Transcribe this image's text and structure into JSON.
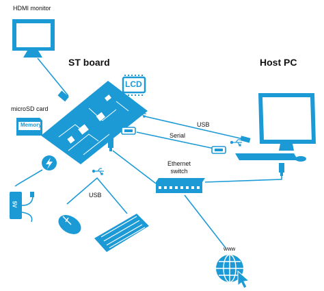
{
  "labels": {
    "hdmi_monitor": "HDMI monitor",
    "st_board": "ST board",
    "host_pc": "Host PC",
    "microsd_card": "microSD card",
    "memory": "Memory",
    "lcd": "LCD",
    "usb_board_pc": "USB",
    "serial": "Serial",
    "ethernet_switch_line1": "Ethernet",
    "ethernet_switch_line2": "switch",
    "usb_peripherals": "USB",
    "power_5v": "5V",
    "www": "www"
  },
  "colors": {
    "accent": "#1c9ad6",
    "accent_dark": "#0f73a8",
    "text": "#111111",
    "background": "#ffffff"
  }
}
